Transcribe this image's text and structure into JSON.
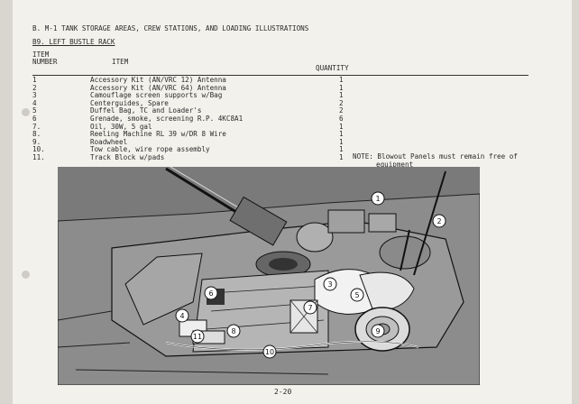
{
  "header": {
    "section_title": "B. M-1 TANK STORAGE AREAS, CREW STATIONS, AND LOADING ILLUSTRATIONS",
    "subsection_title": "B9. LEFT BUSTLE RACK"
  },
  "table": {
    "col_item_number_line1": "ITEM",
    "col_item_number_line2": "NUMBER",
    "col_item": "ITEM",
    "col_quantity": "QUANTITY",
    "rows": [
      {
        "num": "1",
        "name": "Accessory Kit (AN/VRC 12) Antenna",
        "qty": "1"
      },
      {
        "num": "2",
        "name": "Accessory Kit (AN/VRC 64) Antenna",
        "qty": "1"
      },
      {
        "num": "3",
        "name": "Camouflage  screen supports w/Bag",
        "qty": "1"
      },
      {
        "num": "4",
        "name": "Centerguides, Spare",
        "qty": "2"
      },
      {
        "num": "5",
        "name": "Duffel Bag, TC and Loader's",
        "qty": "2"
      },
      {
        "num": "6",
        "name": "Grenade, smoke, screening R.P. 4KC8A1",
        "qty": "6"
      },
      {
        "num": "7.",
        "name": "Oil, 30W, 5 gal",
        "qty": "1"
      },
      {
        "num": "8.",
        "name": "Reeling Machine RL 39 w/DR 8 Wire",
        "qty": "1"
      },
      {
        "num": "9.",
        "name": "Roadwheel",
        "qty": "1"
      },
      {
        "num": "10.",
        "name": "Tow cable, wire rope assembly",
        "qty": "1"
      },
      {
        "num": "11.",
        "name": "Track Block w/pads",
        "qty": "1"
      }
    ]
  },
  "note": {
    "line1": "NOTE: Blowout Panels must remain free of",
    "line2": "equipment"
  },
  "illustration_callouts": [
    "1",
    "2",
    "3",
    "4",
    "5",
    "6",
    "7",
    "8",
    "9",
    "10",
    "11"
  ],
  "footer": {
    "page_number": "2-20"
  }
}
